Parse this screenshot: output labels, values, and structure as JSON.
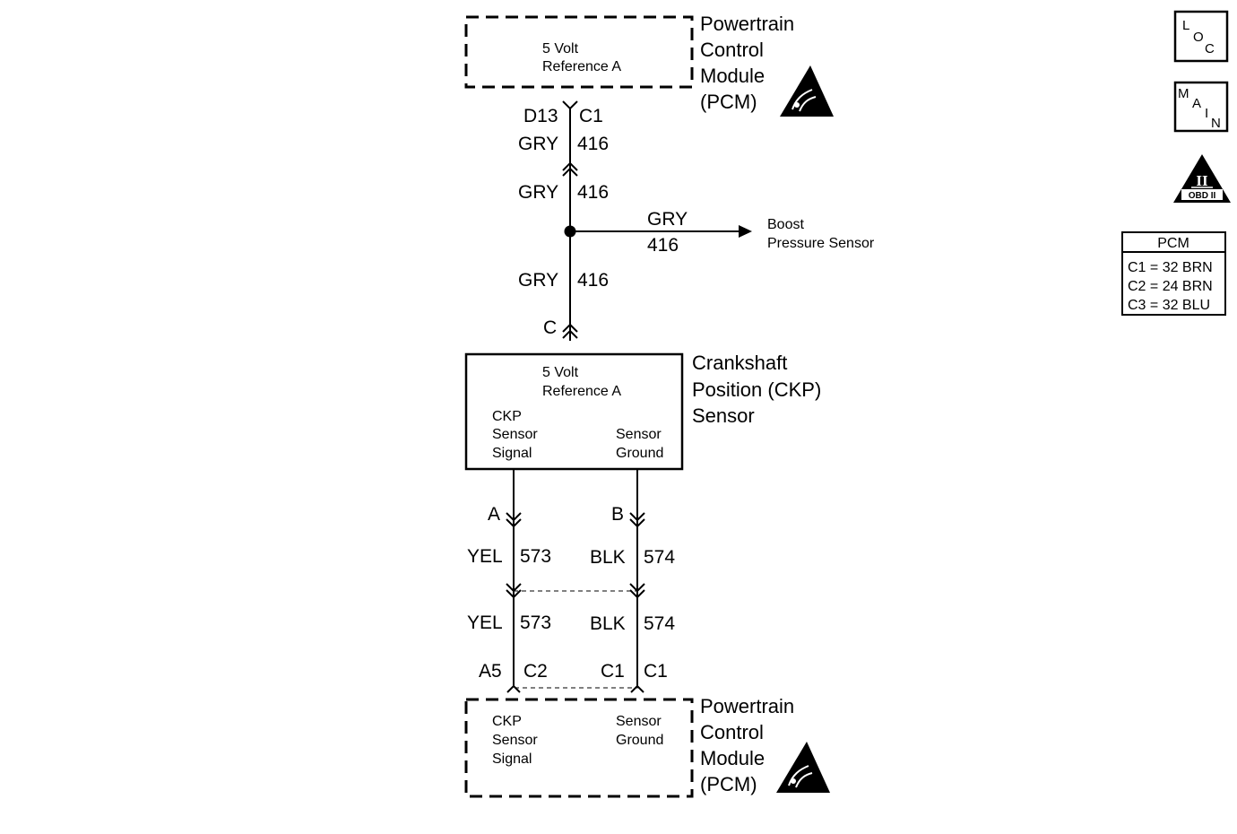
{
  "pcm_top": {
    "box_text": [
      "5 Volt",
      "Reference A"
    ],
    "title": [
      "Powertrain",
      "Control",
      "Module",
      "(PCM)"
    ],
    "pin": "D13",
    "connector": "C1"
  },
  "wire_416": {
    "segments": [
      {
        "color": "GRY",
        "circuit": "416"
      },
      {
        "color": "GRY",
        "circuit": "416"
      },
      {
        "color": "GRY",
        "circuit": "416"
      }
    ],
    "branch": {
      "color": "GRY",
      "circuit": "416"
    },
    "ckp_pin": "C"
  },
  "boost": {
    "label": [
      "Boost",
      "Pressure Sensor"
    ]
  },
  "ckp": {
    "box_ref": [
      "5 Volt",
      "Reference A"
    ],
    "signal": [
      "CKP",
      "Sensor",
      "Signal"
    ],
    "ground": [
      "Sensor",
      "Ground"
    ],
    "title": [
      "Crankshaft",
      "Position (CKP)",
      "Sensor"
    ]
  },
  "wire_573": {
    "pin": "A",
    "upper": {
      "color": "YEL",
      "circuit": "573"
    },
    "lower": {
      "color": "YEL",
      "circuit": "573"
    },
    "pcm_pin": "A5",
    "pcm_connector": "C2"
  },
  "wire_574": {
    "pin": "B",
    "upper": {
      "color": "BLK",
      "circuit": "574"
    },
    "lower": {
      "color": "BLK",
      "circuit": "574"
    },
    "pcm_pin": "C1",
    "pcm_connector": "C1"
  },
  "pcm_bottom": {
    "signal": [
      "CKP",
      "Sensor",
      "Signal"
    ],
    "ground": [
      "Sensor",
      "Ground"
    ],
    "title": [
      "Powertrain",
      "Control",
      "Module",
      "(PCM)"
    ]
  },
  "icons": {
    "loc": [
      "L",
      "O",
      "C"
    ],
    "main": [
      "M",
      "A",
      "I",
      "N"
    ],
    "obd": {
      "roman": "II",
      "text": "OBD II"
    }
  },
  "legend": {
    "title": "PCM",
    "rows": [
      "C1 = 32 BRN",
      "C2 = 24 BRN",
      "C3 = 32 BLU"
    ]
  }
}
